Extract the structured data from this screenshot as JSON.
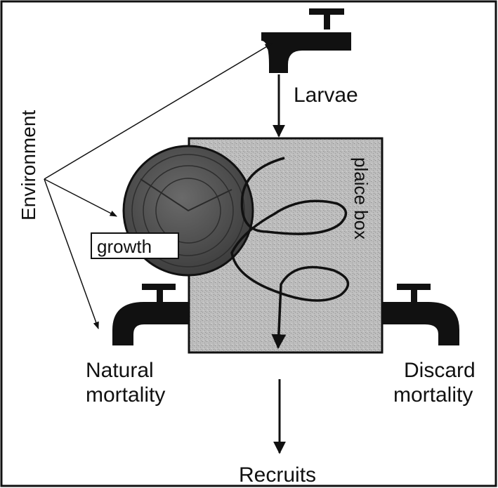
{
  "diagram": {
    "labels": {
      "larvae": "Larvae",
      "environment": "Environment",
      "plaice_box": "plaice box",
      "growth": "growth",
      "natural_mortality_line1": "Natural",
      "natural_mortality_line2": "mortality",
      "discard_mortality_line1": "Discard",
      "discard_mortality_line2": "mortality",
      "recruits": "Recruits"
    },
    "icons": {
      "input_tap": "tap-icon",
      "natural_mortality_tap": "tap-icon",
      "discard_mortality_tap": "tap-icon",
      "growth_sphere": "sphere-icon"
    },
    "colors": {
      "box_fill": "#bdbdbd",
      "sphere_fill": "#5a5a5a",
      "stroke": "#111111",
      "frame": "#111111"
    }
  }
}
